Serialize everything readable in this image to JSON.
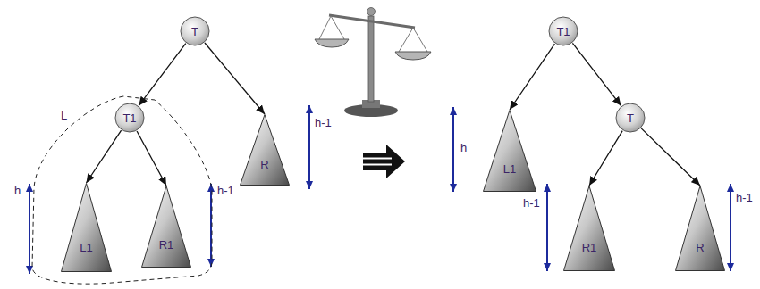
{
  "diagram": {
    "nodes": [
      {
        "text": [
          "T"
        ]
      },
      {
        "text": [
          "L"
        ]
      },
      {
        "text": [
          "T1"
        ],
        "in": 1
      },
      {
        "text": [
          "L1"
        ],
        "in": 1
      },
      {
        "text": [
          "R1"
        ],
        "in": 1
      },
      {
        "text": [
          "R"
        ]
      },
      {
        "text": [
          "T1"
        ]
      },
      {
        "text": [
          "T"
        ]
      },
      {
        "text": [
          "L1"
        ]
      },
      {
        "text": [
          "R1"
        ]
      },
      {
        "text": [
          "R"
        ]
      }
    ],
    "edges": [
      {
        "from": 0,
        "to": 2,
        "arrow": "to"
      },
      {
        "from": 0,
        "to": 5,
        "arrow": "to"
      },
      {
        "from": 2,
        "to": 3,
        "arrow": "to"
      },
      {
        "from": 2,
        "to": 4,
        "arrow": "to"
      },
      {
        "from": 6,
        "to": 8,
        "arrow": "to"
      },
      {
        "from": 6,
        "to": 7,
        "arrow": "to"
      },
      {
        "from": 7,
        "to": 9,
        "arrow": "to"
      },
      {
        "from": 7,
        "to": 10,
        "arrow": "to"
      }
    ],
    "labels": [
      "h",
      "h-1",
      "h-1",
      "h",
      "h-1",
      "h-1"
    ]
  }
}
